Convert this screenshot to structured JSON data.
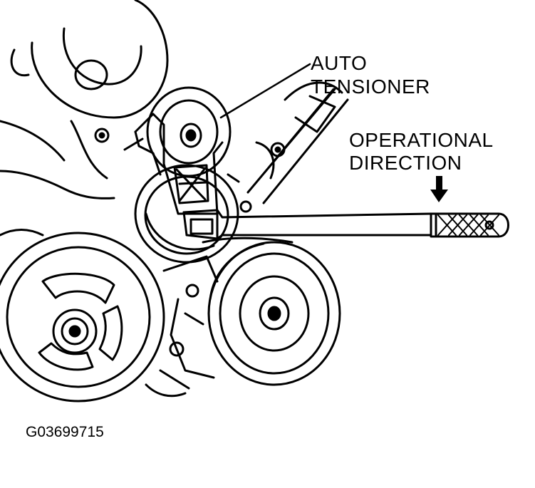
{
  "labels": {
    "auto_tensioner_line1": "AUTO",
    "auto_tensioner_line2": "TENSIONER",
    "operational_direction_line1": "OPERATIONAL",
    "operational_direction_line2": "DIRECTION",
    "figure_id": "G03699715"
  },
  "colors": {
    "ink": "#000000",
    "paper": "#ffffff"
  },
  "icons": {
    "direction_arrow": "down-arrow-icon"
  }
}
